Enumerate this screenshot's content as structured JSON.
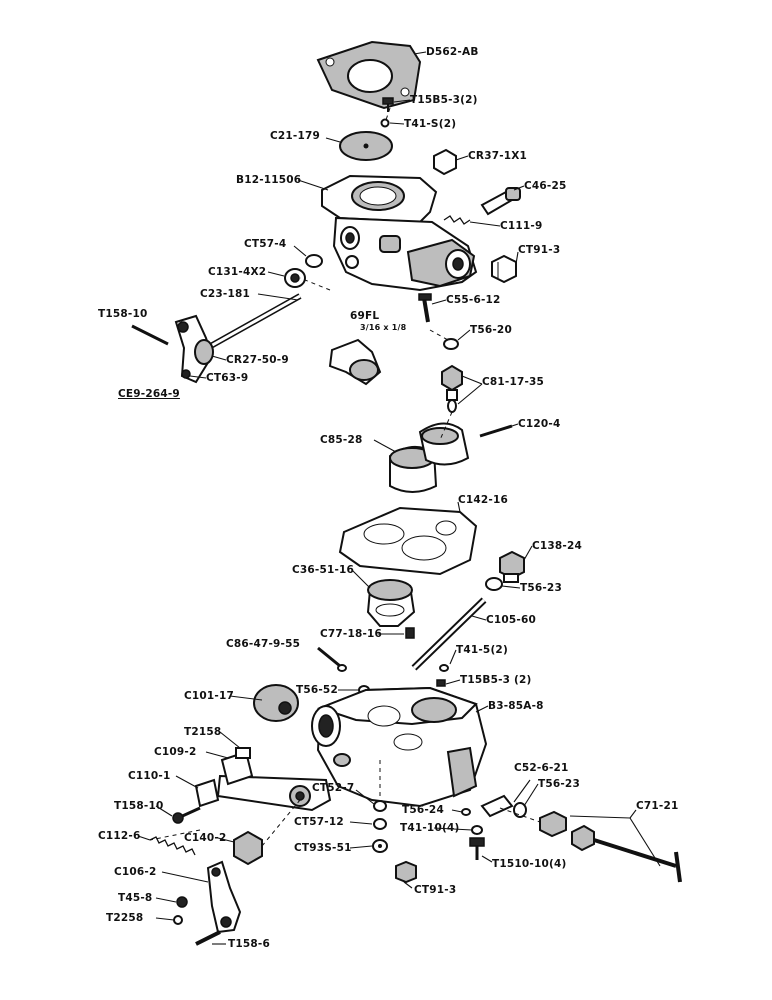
{
  "labels": {
    "d562_ab": "D562-AB",
    "t15b5_3_top": "T15B5-3(2)",
    "t41_s_top": "T41-S(2)",
    "c21_179": "C21-179",
    "cr37_1x1": "CR37-1X1",
    "b12_11506": "B12-11506",
    "c46_25": "C46-25",
    "c111_9": "C111-9",
    "ct57_4": "CT57-4",
    "ct91_3_top": "CT91-3",
    "c131_4x2": "C131-4X2",
    "c23_181": "C23-181",
    "c55_6_12": "C55-6-12",
    "t158_10_top": "T158-10",
    "v69fl": "69FL",
    "v69fl_frac": "3/16 x 1/8",
    "t56_20": "T56-20",
    "cr27_50_9": "CR27-50-9",
    "ct63_9": "CT63-9",
    "c81_17_35": "C81-17-35",
    "ce9_264_9": "CE9-264-9",
    "c120_4": "C120-4",
    "c85_28": "C85-28",
    "c142_16": "C142-16",
    "c138_24": "C138-24",
    "c36_51_16": "C36-51-16",
    "t56_23_mid": "T56-23",
    "c105_60": "C105-60",
    "c77_18_16": "C77-18-16",
    "c86_47_9_55": "C86-47-9-55",
    "t41_5_bot": "T41-5(2)",
    "t15b5_3_bot": "T15B5-3 (2)",
    "t56_52": "T56-52",
    "c101_17": "C101-17",
    "b3_85a_8": "B3-85A-8",
    "t2158": "T2158",
    "c109_2": "C109-2",
    "c110_1": "C110-1",
    "c52_6_21": "C52-6-21",
    "t56_23_bot": "T56-23",
    "ct52_7": "CT52-7",
    "c71_21": "C71-21",
    "t158_10_bot": "T158-10",
    "t56_24": "T56-24",
    "ct57_12": "CT57-12",
    "t41_10": "T41-10(4)",
    "c112_6": "C112-6",
    "c140_2": "C140-2",
    "ct93s_51": "CT93S-51",
    "t1510_10": "T1510-10(4)",
    "c106_2": "C106-2",
    "ct91_3_bot": "CT91-3",
    "t45_8": "T45-8",
    "t2258": "T2258",
    "t158_6": "T158-6"
  }
}
